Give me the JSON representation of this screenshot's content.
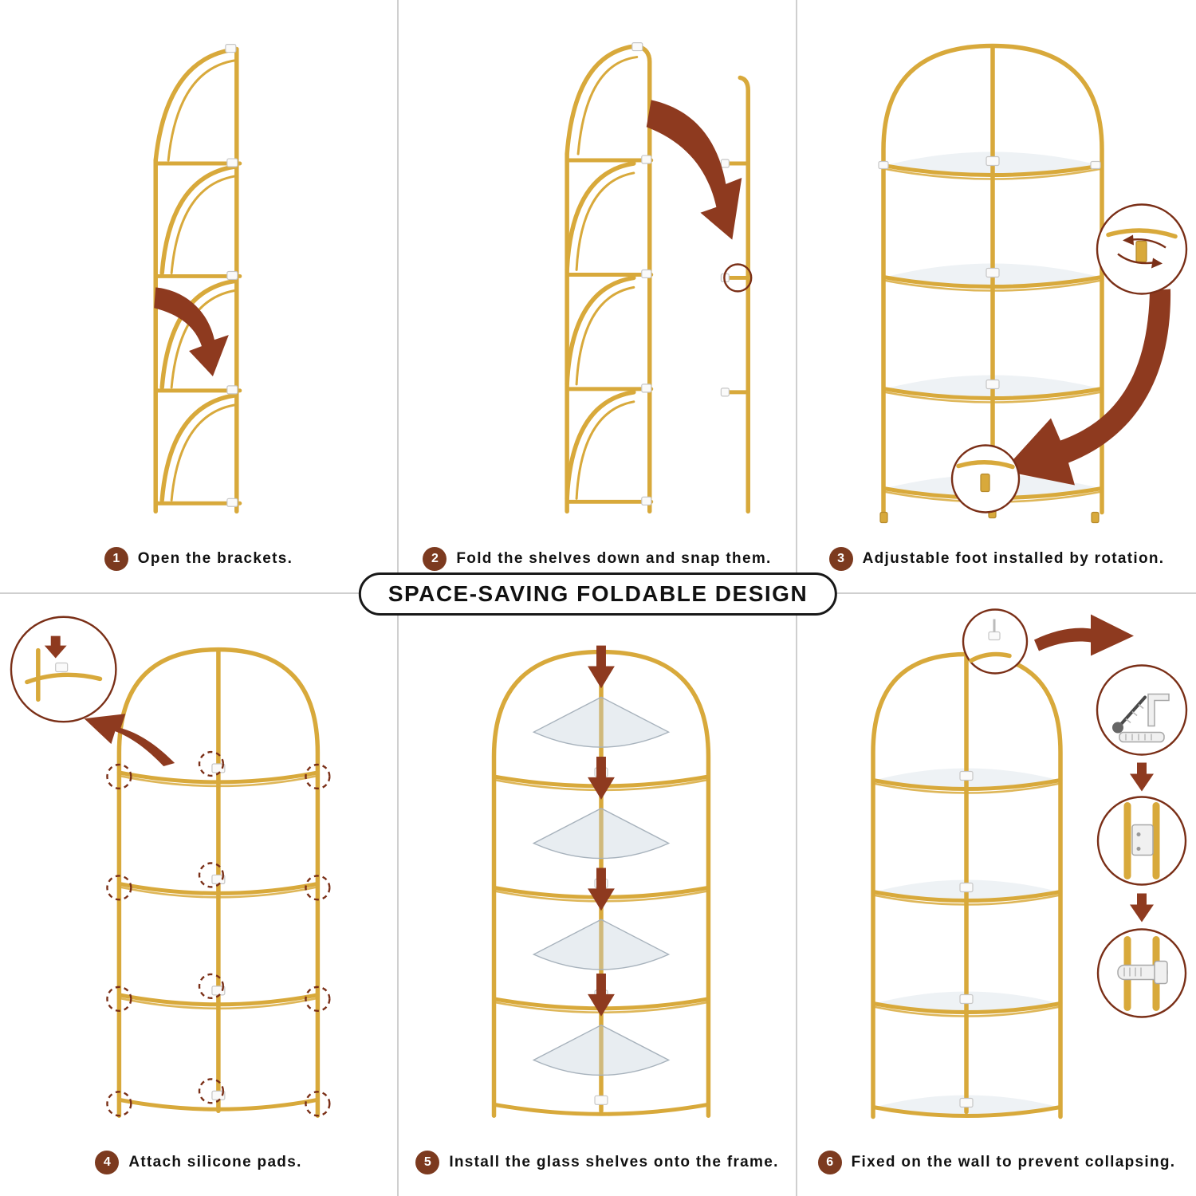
{
  "banner": {
    "title": "SPACE-SAVING FOLDABLE DESIGN"
  },
  "steps": [
    {
      "number": "1",
      "caption": "Open the brackets."
    },
    {
      "number": "2",
      "caption": "Fold the shelves down and snap them."
    },
    {
      "number": "3",
      "caption": "Adjustable foot installed by rotation."
    },
    {
      "number": "4",
      "caption": "Attach silicone pads."
    },
    {
      "number": "5",
      "caption": "Install the glass shelves onto the frame."
    },
    {
      "number": "6",
      "caption": "Fixed on the wall to prevent collapsing."
    }
  ],
  "colors": {
    "frame_gold": "#D8A93B",
    "arrow_red": "#8E3A1F",
    "badge_brown": "#7C3A1F",
    "divider_gray": "#CFCFCF",
    "glass": "#CBD6E0"
  },
  "icons": [
    {
      "name": "fold-arrow-icon",
      "meaning": "dark red curved arrow showing fold/unfold direction"
    },
    {
      "name": "down-arrow-icon",
      "meaning": "dark red arrow pointing down for shelf installation"
    },
    {
      "name": "rotation-arrows-icon",
      "meaning": "curved arrows showing foot rotation"
    },
    {
      "name": "zoom-circle",
      "meaning": "magnified detail callout circle"
    },
    {
      "name": "dashed-marker",
      "meaning": "dashed circle marking silicone pad position"
    },
    {
      "name": "screw-icon",
      "meaning": "wall screw"
    },
    {
      "name": "bracket-icon",
      "meaning": "L-shaped wall bracket"
    },
    {
      "name": "strap-icon",
      "meaning": "anti-tip wall strap"
    }
  ]
}
